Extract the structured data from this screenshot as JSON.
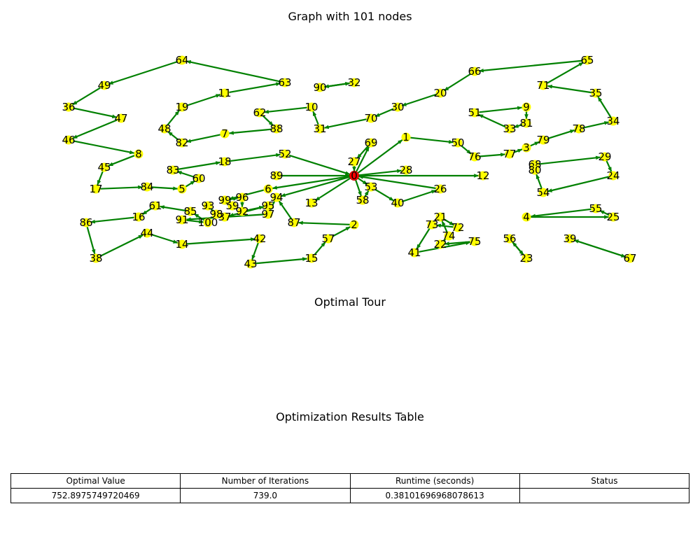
{
  "titles": {
    "graph": "Graph with 101 nodes",
    "tour": "Optimal Tour",
    "table": "Optimization Results Table"
  },
  "colors": {
    "edge": "#008000",
    "node": "#ffff00",
    "depot": "#ff0000",
    "depot_edge": "#cc0000"
  },
  "graph": {
    "depot": "0",
    "nodes": [
      "0",
      "1",
      "2",
      "3",
      "4",
      "5",
      "6",
      "7",
      "8",
      "9",
      "10",
      "11",
      "12",
      "13",
      "14",
      "15",
      "16",
      "17",
      "18",
      "19",
      "20",
      "21",
      "22",
      "23",
      "24",
      "25",
      "26",
      "27",
      "28",
      "29",
      "30",
      "31",
      "32",
      "33",
      "34",
      "35",
      "36",
      "37",
      "38",
      "39",
      "40",
      "41",
      "42",
      "43",
      "44",
      "45",
      "46",
      "47",
      "48",
      "49",
      "50",
      "51",
      "52",
      "53",
      "54",
      "55",
      "56",
      "57",
      "58",
      "59",
      "60",
      "61",
      "62",
      "63",
      "64",
      "65",
      "66",
      "67",
      "68",
      "69",
      "70",
      "71",
      "72",
      "73",
      "74",
      "75",
      "76",
      "77",
      "78",
      "79",
      "80",
      "81",
      "82",
      "83",
      "84",
      "85",
      "86",
      "87",
      "88",
      "89",
      "90",
      "91",
      "92",
      "93",
      "94",
      "95",
      "96",
      "97",
      "98",
      "99",
      "100"
    ],
    "edges": [
      [
        "0",
        "1"
      ],
      [
        "1",
        "50"
      ],
      [
        "50",
        "76"
      ],
      [
        "76",
        "77"
      ],
      [
        "77",
        "3"
      ],
      [
        "3",
        "79"
      ],
      [
        "79",
        "78"
      ],
      [
        "78",
        "34"
      ],
      [
        "34",
        "35"
      ],
      [
        "35",
        "71"
      ],
      [
        "71",
        "65"
      ],
      [
        "65",
        "66"
      ],
      [
        "66",
        "20"
      ],
      [
        "20",
        "30"
      ],
      [
        "30",
        "70"
      ],
      [
        "70",
        "31"
      ],
      [
        "31",
        "10"
      ],
      [
        "10",
        "62"
      ],
      [
        "62",
        "88"
      ],
      [
        "88",
        "7"
      ],
      [
        "7",
        "82"
      ],
      [
        "82",
        "48"
      ],
      [
        "48",
        "19"
      ],
      [
        "19",
        "11"
      ],
      [
        "11",
        "63"
      ],
      [
        "63",
        "64"
      ],
      [
        "64",
        "49"
      ],
      [
        "49",
        "36"
      ],
      [
        "36",
        "47"
      ],
      [
        "47",
        "46"
      ],
      [
        "46",
        "8"
      ],
      [
        "8",
        "45"
      ],
      [
        "45",
        "17"
      ],
      [
        "17",
        "84"
      ],
      [
        "84",
        "5"
      ],
      [
        "5",
        "60"
      ],
      [
        "60",
        "83"
      ],
      [
        "83",
        "18"
      ],
      [
        "18",
        "52"
      ],
      [
        "52",
        "0"
      ],
      [
        "0",
        "28"
      ],
      [
        "0",
        "12"
      ],
      [
        "0",
        "58"
      ],
      [
        "0",
        "69"
      ],
      [
        "0",
        "6"
      ],
      [
        "0",
        "94"
      ],
      [
        "0",
        "53"
      ],
      [
        "0",
        "13"
      ],
      [
        "53",
        "40"
      ],
      [
        "40",
        "26"
      ],
      [
        "26",
        "0"
      ],
      [
        "89",
        "0"
      ],
      [
        "27",
        "0"
      ],
      [
        "58",
        "53"
      ],
      [
        "69",
        "27"
      ],
      [
        "6",
        "99"
      ],
      [
        "99",
        "96"
      ],
      [
        "96",
        "92"
      ],
      [
        "92",
        "95"
      ],
      [
        "95",
        "37"
      ],
      [
        "37",
        "98"
      ],
      [
        "98",
        "93"
      ],
      [
        "94",
        "97"
      ],
      [
        "97",
        "91"
      ],
      [
        "91",
        "100"
      ],
      [
        "100",
        "85"
      ],
      [
        "85",
        "61"
      ],
      [
        "61",
        "16"
      ],
      [
        "16",
        "86"
      ],
      [
        "86",
        "38"
      ],
      [
        "38",
        "44"
      ],
      [
        "44",
        "14"
      ],
      [
        "14",
        "42"
      ],
      [
        "42",
        "43"
      ],
      [
        "43",
        "15"
      ],
      [
        "15",
        "57"
      ],
      [
        "57",
        "2"
      ],
      [
        "2",
        "87"
      ],
      [
        "87",
        "94"
      ],
      [
        "75",
        "22"
      ],
      [
        "22",
        "74"
      ],
      [
        "74",
        "21"
      ],
      [
        "21",
        "72"
      ],
      [
        "72",
        "73"
      ],
      [
        "73",
        "41"
      ],
      [
        "41",
        "75"
      ],
      [
        "51",
        "9"
      ],
      [
        "9",
        "81"
      ],
      [
        "81",
        "33"
      ],
      [
        "33",
        "51"
      ],
      [
        "90",
        "32"
      ],
      [
        "32",
        "90"
      ],
      [
        "68",
        "29"
      ],
      [
        "29",
        "24"
      ],
      [
        "24",
        "54"
      ],
      [
        "54",
        "80"
      ],
      [
        "55",
        "4"
      ],
      [
        "4",
        "25"
      ],
      [
        "25",
        "55"
      ],
      [
        "56",
        "23"
      ],
      [
        "23",
        "56"
      ],
      [
        "39",
        "67"
      ],
      [
        "67",
        "39"
      ]
    ]
  },
  "table": {
    "headers": [
      "Optimal Value",
      "Number of Iterations",
      "Runtime (seconds)",
      "Status"
    ],
    "row": [
      "752.8975749720469",
      "739.0",
      "0.38101696968078613",
      ""
    ]
  }
}
